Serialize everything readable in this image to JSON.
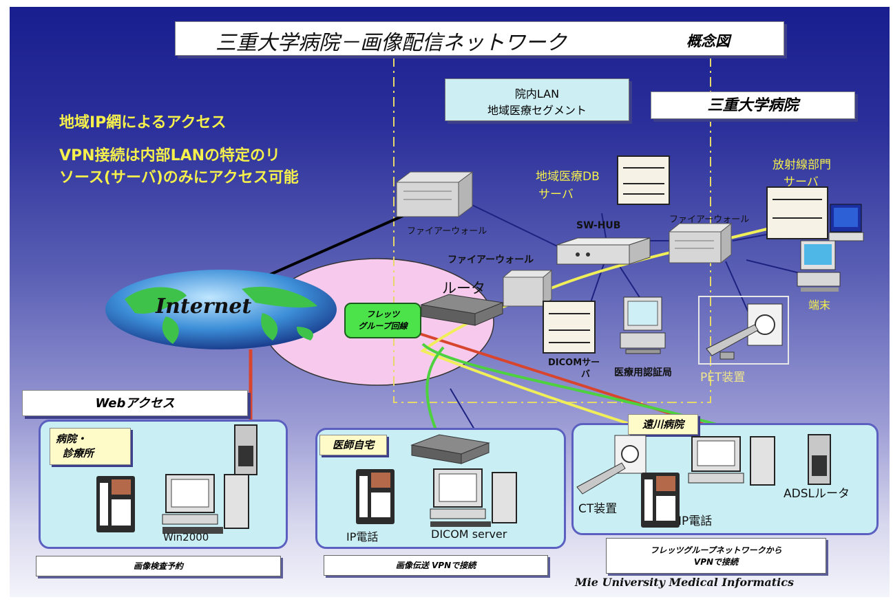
{
  "title": {
    "main": "三重大学病院－画像配信ネットワーク",
    "sub": "概念図"
  },
  "lan_label": {
    "line1": "院内LAN",
    "line2": "地域医療セグメント"
  },
  "hospital_label": "三重大学病院",
  "notes": [
    "地域IP網によるアクセス",
    "VPN接続は内部LANの特定のリ",
    "ソース(サーバ)のみにアクセス可能"
  ],
  "nodes": {
    "db_server": {
      "line1": "地域医療DB",
      "line2": "サーバ"
    },
    "radiology_server": {
      "line1": "放射線部門",
      "line2": "サーバ"
    },
    "firewall_1": "ファイアーウォール",
    "firewall_2": "ファイアーウォール",
    "firewall_3": "ファイアーウォール",
    "sw_hub": "SW-HUB",
    "router": "ルータ",
    "flets": {
      "line1": "フレッツ",
      "line2": "グループ回線"
    },
    "internet": "Internet",
    "dicom_server": {
      "line1": "DICOMサー",
      "line2": "バ"
    },
    "cert_authority": "医療用認証局",
    "terminal": "端末",
    "pet": "PET装置"
  },
  "web_access": {
    "header": "Webアクセス",
    "tag": {
      "line1": "病院・",
      "line2": "診療所"
    },
    "pc_label": "Win2000",
    "caption": "画像検査予約"
  },
  "doctor_home": {
    "tag": "医師自宅",
    "phone": "IP電話",
    "server": "DICOM server",
    "caption": "画像伝送 VPNで接続"
  },
  "remote_hospital": {
    "tag": "遠川病院",
    "ct": "CT装置",
    "phone": "IP電話",
    "router": "ADSLルータ",
    "caption": {
      "line1": "フレッツグループネットワークから",
      "line2": "VPNで接続"
    }
  },
  "footer": "Mie University Medical Informatics",
  "colors": {
    "background_top": "#191e8f",
    "note_yellow": "#f5f04b",
    "line_yellow": "#f0ef5a",
    "line_green": "#4ed13f",
    "line_red": "#d8452e",
    "region_fill": "#c9eef4"
  }
}
